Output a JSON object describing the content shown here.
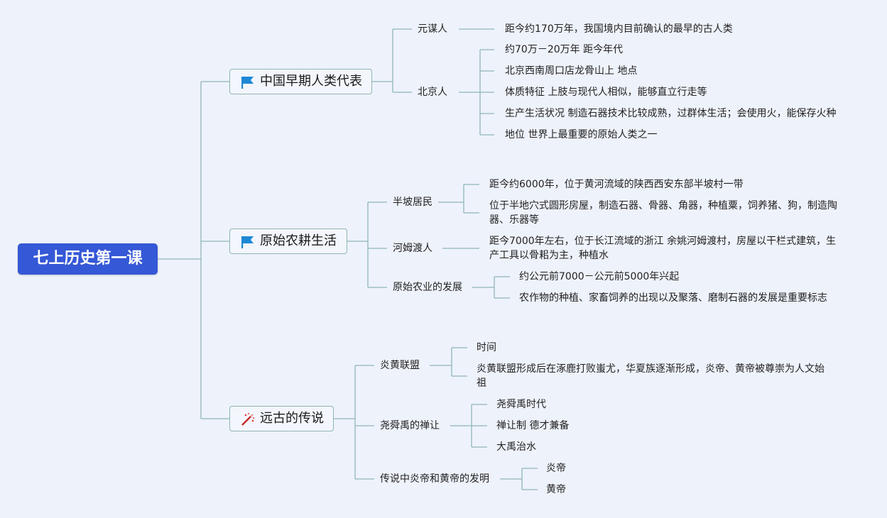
{
  "root": {
    "title": "七上历史第一课"
  },
  "colors": {
    "root_bg": "#3558d6",
    "line": "#8fb6b6",
    "flag": "#1e88d6",
    "wand": "#c62828",
    "background": "#eef2fb"
  },
  "branches": [
    {
      "title": "中国早期人类代表",
      "icon": "flag-icon",
      "children": [
        {
          "label": "元谋人",
          "details": [
            "距今约170万年，我国境内目前确认的最早的古人类"
          ]
        },
        {
          "label": "北京人",
          "details": [
            "约70万－20万年 距今年代",
            "北京西南周口店龙骨山上 地点",
            "体质特征 上肢与现代人相似，能够直立行走等",
            "生产生活状况 制造石器技术比较成熟，过群体生活；会使用火，能保存火种",
            "地位 世界上最重要的原始人类之一"
          ]
        }
      ]
    },
    {
      "title": "原始农耕生活",
      "icon": "flag-icon",
      "children": [
        {
          "label": "半坡居民",
          "details": [
            "距今约6000年，位于黄河流域的陕西西安东部半坡村一带",
            "位于半地穴式圆形房屋，制造石器、骨器、角器，种植粟，饲养猪、狗，制造陶器、乐器等"
          ]
        },
        {
          "label": "河姆渡人",
          "details": [
            "距今7000年左右，位于长江流域的浙江 余姚河姆渡村，房屋以干栏式建筑，生产工具以骨耜为主，种植水"
          ]
        },
        {
          "label": "原始农业的发展",
          "details": [
            "约公元前7000－公元前5000年兴起",
            "农作物的种植、家畜饲养的出现以及聚落、磨制石器的发展是重要标志"
          ]
        }
      ]
    },
    {
      "title": "远古的传说",
      "icon": "magic-wand-icon",
      "children": [
        {
          "label": "炎黄联盟",
          "details": [
            "时间",
            "炎黄联盟形成后在涿鹿打败蚩尤，华夏族逐渐形成，炎帝、黄帝被尊崇为人文始祖"
          ]
        },
        {
          "label": "尧舜禹的禅让",
          "details": [
            "尧舜禹时代",
            "禅让制 德才兼备",
            "大禹治水"
          ]
        },
        {
          "label": "传说中炎帝和黄帝的发明",
          "details": [
            "炎帝",
            "黄帝"
          ]
        }
      ]
    }
  ]
}
